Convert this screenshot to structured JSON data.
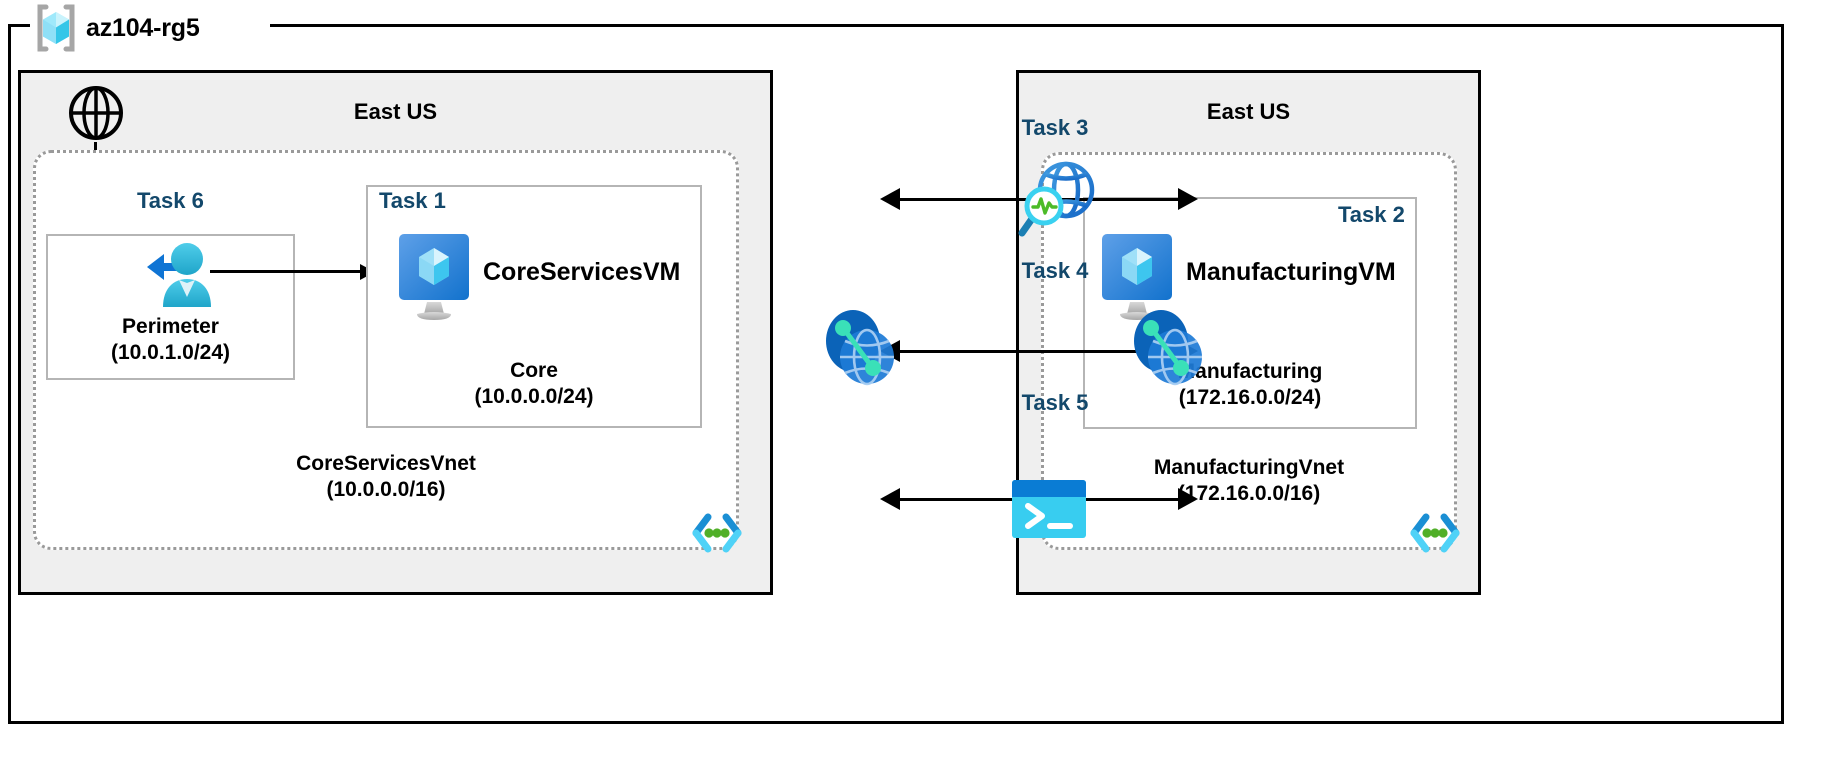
{
  "diagram": {
    "title": "az104-rg5",
    "resource_group_icon": "azure-resource-group-cube-icon"
  },
  "regions": [
    {
      "id": "left",
      "title": "East US"
    },
    {
      "id": "right",
      "title": "East US"
    }
  ],
  "vnets": [
    {
      "id": "coreservices",
      "name": "CoreServicesVnet",
      "cidr": "(10.0.0.0/16)",
      "endpoint_icon": "virtual-network-code-icon"
    },
    {
      "id": "manufacturing",
      "name": "ManufacturingVnet",
      "cidr": "(172.16.0.0/16)",
      "endpoint_icon": "virtual-network-code-icon"
    }
  ],
  "subnets": [
    {
      "id": "perimeter",
      "task": "Task 6",
      "name": "Perimeter",
      "cidr": "(10.0.1.0/24)",
      "icon": "bastion-user-icon"
    },
    {
      "id": "core",
      "task": "Task 1",
      "name": "Core",
      "cidr": "(10.0.0.0/24)",
      "vm_name": "CoreServicesVM",
      "icon": "virtual-machine-icon"
    },
    {
      "id": "manufacturing",
      "task": "Task 2",
      "name": "Manufacturing",
      "cidr": "(172.16.0.0/24)",
      "vm_name": "ManufacturingVM",
      "icon": "virtual-machine-icon"
    }
  ],
  "connections": [
    {
      "id": "task3",
      "label": "Task 3",
      "icon": "network-watcher-icon"
    },
    {
      "id": "task4",
      "label": "Task 4",
      "icon": "vnet-peering-icon"
    },
    {
      "id": "task5",
      "label": "Task 5",
      "icon": "cloud-shell-icon"
    }
  ],
  "internet": {
    "icon": "internet-globe-icon"
  },
  "peering_endpoints": [
    {
      "id": "left-peering",
      "icon": "vnet-peering-icon"
    },
    {
      "id": "right-peering",
      "icon": "vnet-peering-icon"
    }
  ],
  "colors": {
    "task_label": "#13486b",
    "region_fill": "#efefef",
    "vnet_border": "#9a9a9a",
    "subnet_border": "#b5b5b5",
    "azure_blue": "#0078d4",
    "cyan": "#32c8f0",
    "peering_dark": "#0b63b8",
    "green_dot": "#50af28"
  }
}
